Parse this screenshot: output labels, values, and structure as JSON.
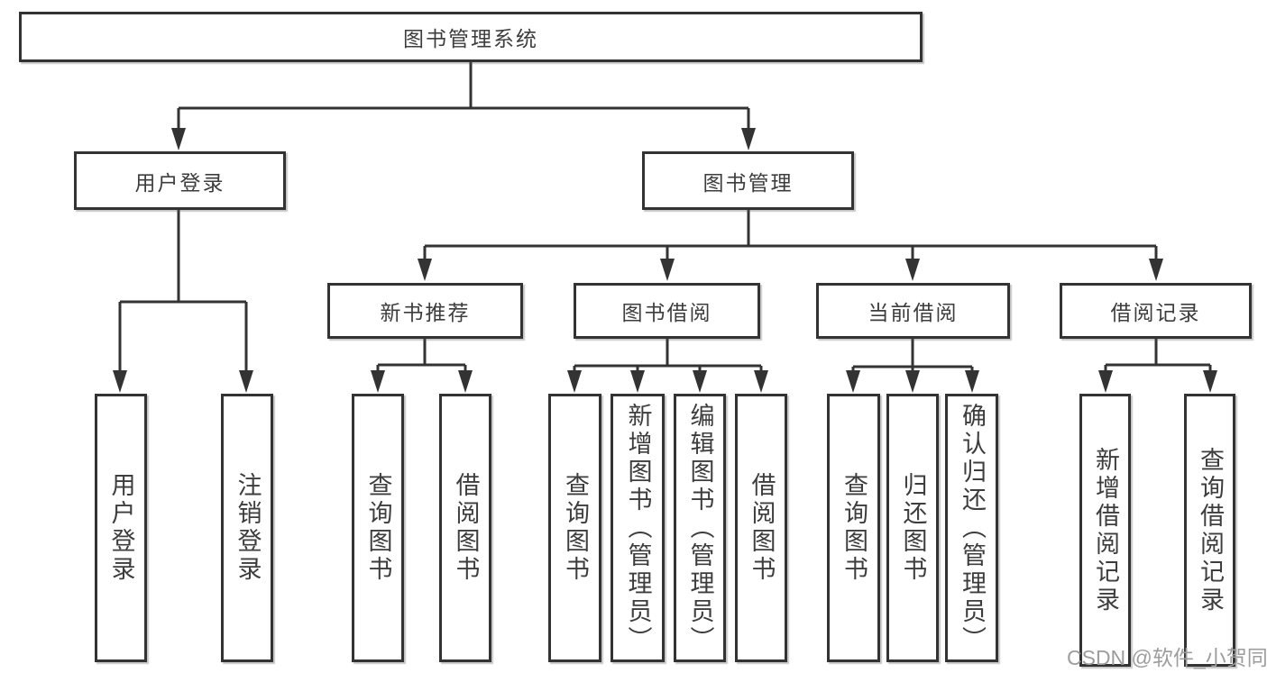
{
  "diagram": {
    "root": {
      "label": "图书管理系统"
    },
    "branches": [
      {
        "label": "用户登录",
        "children": [
          {
            "label": "用户登录"
          },
          {
            "label": "注销登录"
          }
        ]
      },
      {
        "label": "图书管理",
        "children": [
          {
            "label": "新书推荐",
            "children": [
              {
                "label": "查询图书"
              },
              {
                "label": "借阅图书"
              }
            ]
          },
          {
            "label": "图书借阅",
            "children": [
              {
                "label": "查询图书"
              },
              {
                "label": "新增图书（管理员）"
              },
              {
                "label": "编辑图书（管理员）"
              },
              {
                "label": "借阅图书"
              }
            ]
          },
          {
            "label": "当前借阅",
            "children": [
              {
                "label": "查询图书"
              },
              {
                "label": "归还图书"
              },
              {
                "label": "确认归还（管理员）"
              }
            ]
          },
          {
            "label": "借阅记录",
            "children": [
              {
                "label": "新增借阅记录"
              },
              {
                "label": "查询借阅记录"
              }
            ]
          }
        ]
      }
    ],
    "watermark": "CSDN @软件_小贺同学",
    "colors": {
      "line": "#333333",
      "text": "#3d3d3d",
      "watermark": "#9d9d9d",
      "background": "#ffffff"
    }
  }
}
